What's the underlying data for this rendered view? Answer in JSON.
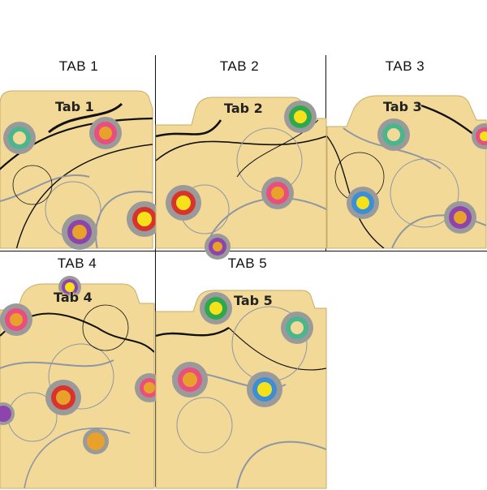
{
  "cells": [
    {
      "title": "TAB 1",
      "tab_label": "Tab 1"
    },
    {
      "title": "TAB 2",
      "tab_label": "Tab 2"
    },
    {
      "title": "TAB 3",
      "tab_label": "Tab 3"
    },
    {
      "title": "TAB 4",
      "tab_label": "Tab 4"
    },
    {
      "title": "TAB 5",
      "tab_label": "Tab 5"
    }
  ],
  "colors": {
    "folder_fill": "#f2d998",
    "swirl_dark": "#111111",
    "swirl_grey": "#8f96a3",
    "dot_ring": "#9a9a9a",
    "palette": [
      "#e94f7c",
      "#4bb68e",
      "#f5e21b",
      "#8e44ad",
      "#d9342b",
      "#3a8fd6",
      "#e8a12a",
      "#2ea84f"
    ]
  },
  "icons": [
    "circle-dot-icon",
    "swirl-ornament"
  ]
}
